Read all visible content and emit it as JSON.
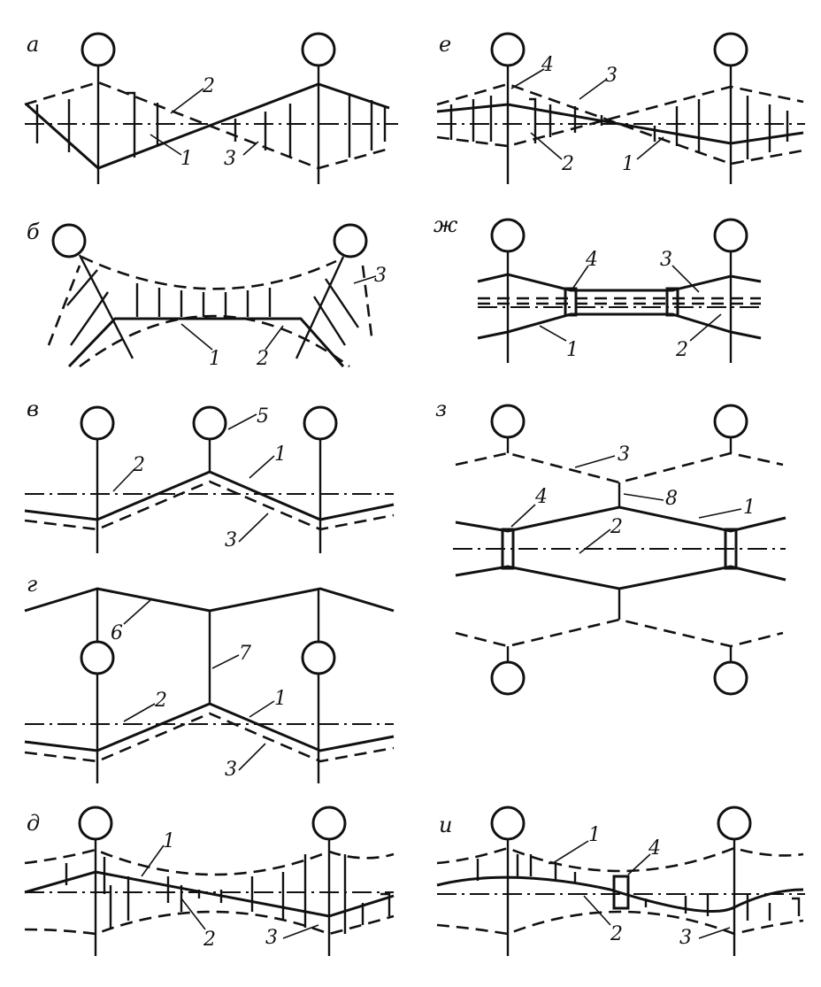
{
  "panels": [
    {
      "id": "a",
      "letter": "а",
      "numbers": [
        "1",
        "2",
        "3"
      ]
    },
    {
      "id": "b",
      "letter": "б",
      "numbers": [
        "1",
        "2",
        "3"
      ]
    },
    {
      "id": "v",
      "letter": "в",
      "numbers": [
        "1",
        "2",
        "3",
        "5"
      ]
    },
    {
      "id": "g",
      "letter": "г",
      "numbers": [
        "1",
        "2",
        "3",
        "6",
        "7"
      ]
    },
    {
      "id": "d",
      "letter": "д",
      "numbers": [
        "1",
        "2",
        "3"
      ]
    },
    {
      "id": "e",
      "letter": "е",
      "numbers": [
        "1",
        "2",
        "3",
        "4"
      ]
    },
    {
      "id": "zh",
      "letter": "ж",
      "numbers": [
        "1",
        "2",
        "3",
        "4"
      ]
    },
    {
      "id": "z",
      "letter": "з",
      "numbers": [
        "1",
        "2",
        "3",
        "4",
        "8"
      ]
    },
    {
      "id": "i",
      "letter": "и",
      "numbers": [
        "1",
        "2",
        "3",
        "4"
      ]
    }
  ]
}
